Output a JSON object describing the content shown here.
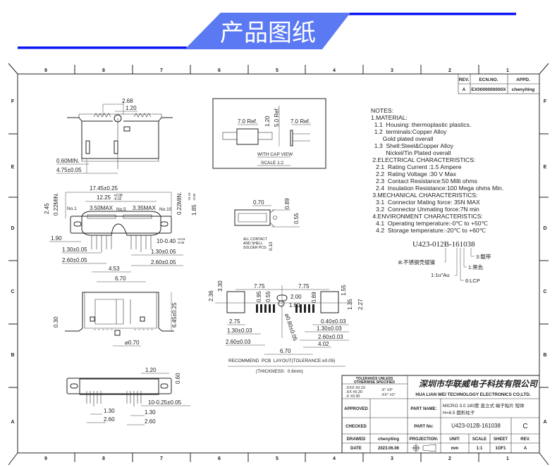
{
  "header": {
    "title": "产品图纸",
    "accent_color": "#5b79f2",
    "line_color": "#0a14f5"
  },
  "frame": {
    "columns": [
      "9",
      "8",
      "7",
      "6",
      "5",
      "4",
      "3",
      "2",
      "1"
    ],
    "rows": [
      "F",
      "E",
      "D",
      "C",
      "B",
      "A"
    ],
    "bottom_columns": [
      "9",
      "8",
      "7",
      "6",
      "5",
      "4",
      "3",
      "2",
      "1"
    ]
  },
  "revision_table": {
    "headers": [
      "REV.",
      "ECN.NO.",
      "APPD."
    ],
    "row": [
      "A",
      "EX0000000000X",
      "chenyiting"
    ]
  },
  "notes": [
    "NOTES:",
    "1.MATERIAL:",
    "  1.1  Housing: thermoplastic plastics.",
    "  1.2  terminals:Copper Alloy",
    "       Gold plated overall",
    "  1.3  Shell:Steel&Copper Alloy",
    "         Nickel/Tin Plated overall",
    " 2.ELECTRICAL CHARACTERISTICS:",
    "   2.1  Rating Current :1.5 Ampere",
    "   2.2  Rating Voltage :30 V Max",
    "   2.3  Contact Resistance:50 Milli ohms",
    "   2.4  Insulation Resistance:100 Mega ohms Min.",
    " 3.MECHANICAL CHARACTERISTICS:",
    "   3.1  Connector Mating force: 35N MAX",
    "   3.2  Connector Unmating force:7N min",
    " 4.ENVIRONMENT CHARACTERISTICS:",
    "   4.1  Operating temperature:-0℃ to +50℃",
    "   4.2  Storage temperature:-20℃ to +60℃"
  ],
  "part_code": {
    "code": "U423-012B-161038",
    "legend": [
      "B:不锈钢壳镀镍",
      "1:1u\"Au",
      "6:LCP",
      "1:黑色",
      "3:载带"
    ]
  },
  "views": {
    "top": {
      "d1": "2.68",
      "d2": "1.20",
      "d3": "0.60MIN.",
      "d4": "4.75±0.05"
    },
    "front": {
      "width": "17.45±0.25",
      "inner": "12.25",
      "inner_tol_top": "+0.08",
      "inner_tol_bot": "-0.02",
      "h1": "2.45",
      "min_l": "0.22MIN.",
      "min_r": "0.22MIN.",
      "h2": "1.85",
      "h2_tol_top": "+0.10",
      "h2_tol_bot": "-0.05",
      "no1": "No.1",
      "max1": "3.50MAX",
      "no5": "No.5",
      "max2": "3.35MAX",
      "no10": "No.10",
      "d190": "1.90",
      "pins": "10-0.40",
      "pins_tol_top": "+0.03",
      "pins_tol_bot": "-0.05",
      "p1": "1.30±0.05",
      "p2": "1.30±0.05",
      "p3": "2.60±0.05",
      "p4": "2.60±0.05",
      "d453": "4.53",
      "d670": "6.70"
    },
    "bottom": {
      "d030": "0.30",
      "d645": "6.45±0.25",
      "hole": "⌀0.70"
    },
    "rear": {
      "d120": "1.20",
      "d060": "0.60",
      "pins": "10-0.25±0.05",
      "a": "1.30",
      "b": "1.30",
      "c": "2.60",
      "d": "2.60"
    },
    "cap": {
      "ref1": "7.0 Ref.",
      "d120": "1.20",
      "ref5": "5.0 Ref.",
      "ref2": "7.0 Ref.",
      "caption": "WITH CAP VIEW",
      "scale": "SCALE  1:2"
    },
    "side": {
      "d070": "0.70",
      "d089": "0.89",
      "d055": "0.55",
      "note1": "ALL CONTACT",
      "note2": "AND SHELL",
      "note3": "SOLDER PCG",
      "flat": "0.10"
    },
    "pcb": {
      "a": "7.75",
      "b": "7.75",
      "c": "2.36",
      "d": "3.30",
      "e": "0.95",
      "f": "0.55",
      "g": "2.00",
      "h": "1.60",
      "i": "0.89",
      "j": "1.55",
      "k": "1.35",
      "l": "2.27",
      "m": "2.75",
      "n": "0.40±0.03",
      "o": "⌀0.80±0.05",
      "p": "1.30±0.03",
      "q": "1.30±0.03",
      "r": "2.60±0.03",
      "s": "2.60±0.03",
      "t": "4.02",
      "u": "6.70",
      "title": "RECOMMEND  PCB  LAYOUT(TOLERANCE:±0.05)",
      "thickness": "(THICKNESS:  0.6mm)"
    }
  },
  "title_block": {
    "tolerance_title1": "TOLERANCE UNLESS",
    "tolerance_title2": "OTHERWISE SPECIFIED",
    "tol": [
      ".XXX ±0.10",
      ".XX  ±0.20",
      ".X   ±0.30",
      ".X°  ±3°",
      ".XX° ±2°"
    ],
    "company_cn": "深圳市华联威电子科技有限公司",
    "company_en": "HUA LIAN WEI TECHNOLOGY ELECTRONICS CO;LTD.",
    "approved_label": "APPROVED",
    "approved_value": "",
    "checked_label": "CHECKED",
    "checked_value": "",
    "drawed_label": "DRAWED",
    "drawed_value": "chenyiting",
    "date_label": "DATE",
    "date_value": "2023.06.06",
    "part_name_label": "PART NAME:",
    "part_name_1": "MICRO 3.0 180度 直立式 端子贴片 短体",
    "part_name_2": "H=6.5 圆形柱子",
    "part_no_label": "PART No:",
    "part_no": "U423-012B-161038",
    "size": "C",
    "projection_label": "PROJECTION:",
    "unit_label": "UNIT:",
    "unit": "mm",
    "scale_label": "SCALE",
    "scale": "1:1",
    "sheet_label": "SHEET",
    "sheet": "1OF1",
    "rev_label": "REV.",
    "rev": "A"
  }
}
